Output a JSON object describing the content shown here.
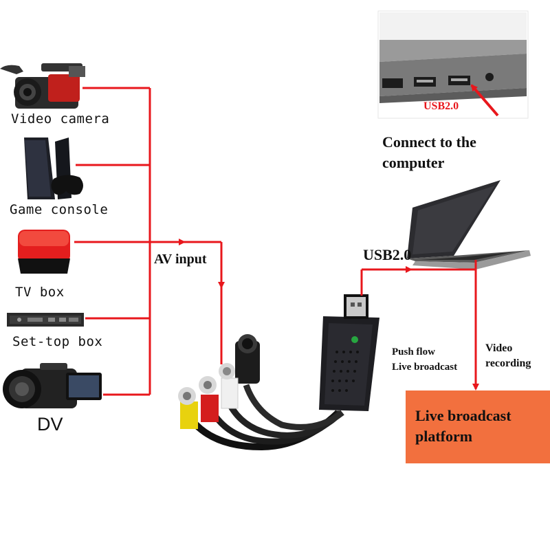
{
  "devices": [
    {
      "id": "video-camera",
      "label": "Video camera"
    },
    {
      "id": "game-console",
      "label": "Game console"
    },
    {
      "id": "tv-box",
      "label": "TV box"
    },
    {
      "id": "set-top-box",
      "label": "Set-top box"
    },
    {
      "id": "dv",
      "label": "DV"
    }
  ],
  "labels": {
    "av_input": "AV input",
    "usb_top": "USB2.0",
    "usb_mid": "USB2.0",
    "connect_line1": "Connect to the",
    "connect_line2": "computer",
    "push_flow_line1": "Push flow",
    "push_flow_line2": "Live broadcast",
    "video_recording_line1": "Video",
    "video_recording_line2": "recording",
    "platform": "Live broadcast platform"
  },
  "colors": {
    "line": "#e8171c",
    "platform_box": "#f2703e"
  },
  "icons": [
    "video-camera-icon",
    "game-console-icon",
    "tv-box-icon",
    "set-top-box-icon",
    "dv-camcorder-icon",
    "laptop-port-closeup-icon",
    "laptop-icon",
    "capture-device-icon"
  ]
}
